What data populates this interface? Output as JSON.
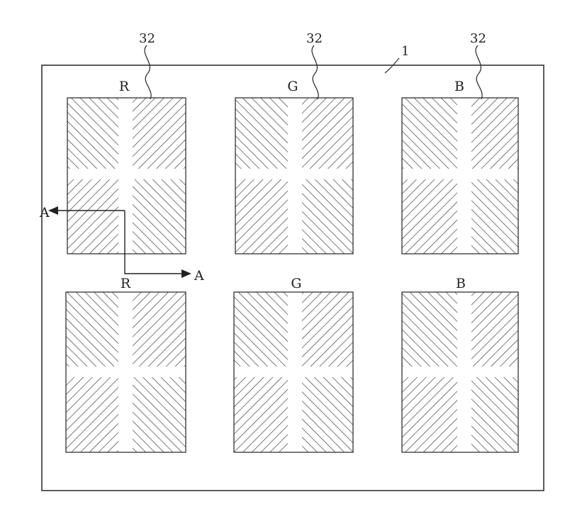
{
  "substrate_label": "1",
  "reference_numeral": "32",
  "section_label": "A",
  "pixels": [
    {
      "row": 1,
      "color": "R"
    },
    {
      "row": 1,
      "color": "G"
    },
    {
      "row": 1,
      "color": "B"
    },
    {
      "row": 2,
      "color": "R"
    },
    {
      "row": 2,
      "color": "G"
    },
    {
      "row": 2,
      "color": "B"
    }
  ]
}
